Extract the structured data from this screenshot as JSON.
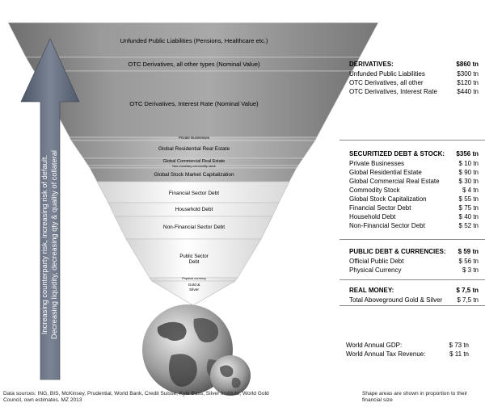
{
  "funnel": {
    "segments": [
      {
        "key": "unfunded",
        "label": "Unfunded Public Liabilities (Pensions, Healthcare etc.)"
      },
      {
        "key": "otc_other",
        "label": "OTC Derivatives, all other types (Nominal Value)"
      },
      {
        "key": "otc_ir",
        "label": "OTC Derivatives, Interest Rate (Nominal Value)"
      },
      {
        "key": "private",
        "label": "Private Businesses"
      },
      {
        "key": "resre",
        "label": "Global Residential Real Estate"
      },
      {
        "key": "comre",
        "label": "Global Commercial Real Estate"
      },
      {
        "key": "commod",
        "label": "Non-monetary commodity stock"
      },
      {
        "key": "stock",
        "label": "Global  Stock Market Capitalization"
      },
      {
        "key": "fin",
        "label": "Financial Sector Debt"
      },
      {
        "key": "hh",
        "label": "Household Debt"
      },
      {
        "key": "nonfin",
        "label": "Non-Financial Sector Debt"
      },
      {
        "key": "public_line1",
        "label": "Public Sector"
      },
      {
        "key": "public_line2",
        "label": "Debt"
      },
      {
        "key": "physcur",
        "label": "Physical currency"
      },
      {
        "key": "gold_line1",
        "label": "Gold &"
      },
      {
        "key": "gold_line2",
        "label": "Silver"
      }
    ]
  },
  "arrow_text": {
    "line1": "Increasing counterparty risk, increasing risk of default.",
    "line2": "Decreasing liquidity, decreasing qty & quality of collateral"
  },
  "sections": {
    "derivatives": {
      "title": "DERIVATIVES:",
      "total": "$860 tn",
      "items": [
        {
          "label": "Unfunded Public Liabilities",
          "value": "$300 tn"
        },
        {
          "label": "OTC Derivatives, all other",
          "value": "$120 tn"
        },
        {
          "label": "OTC Derivatives, Interest Rate",
          "value": "$440 tn"
        }
      ]
    },
    "securitized": {
      "title": "SECURITIZED DEBT & STOCK:",
      "total": "$356 tn",
      "items": [
        {
          "label": "Private Businesses",
          "value": "$ 10 tn"
        },
        {
          "label": "Global Residential Estate",
          "value": "$ 90 tn"
        },
        {
          "label": "Global Commercial Real Estate",
          "value": "$ 30 tn"
        },
        {
          "label": "Commodity Stock",
          "value": "$  4 tn"
        },
        {
          "label": "Global Stock Capitalization",
          "value": "$ 55 tn"
        },
        {
          "label": "Financial Sector Debt",
          "value": "$ 75 tn"
        },
        {
          "label": "Household Debt",
          "value": "$ 40 tn"
        },
        {
          "label": "Non-Financial Sector Debt",
          "value": "$ 52 tn"
        }
      ]
    },
    "public": {
      "title": "PUBLIC DEBT & CURRENCIES:",
      "total": "$ 59 tn",
      "items": [
        {
          "label": "Official Public Debt",
          "value": "$ 56 tn"
        },
        {
          "label": "Physical Currency",
          "value": "$   3 tn"
        }
      ]
    },
    "real_money": {
      "title": "REAL MONEY:",
      "total": "$   7,5 tn",
      "items": [
        {
          "label": "Total Aboveground Gold & Silver",
          "value": "$   7,5 tn"
        }
      ]
    }
  },
  "gdp": {
    "gdp_label": "World Annual GDP:",
    "gdp_value": "$   73 tn",
    "tax_label": "World Annual Tax Revenue:",
    "tax_value": "$   11 tn"
  },
  "footer": {
    "sources": "Data sources: ING, BIS, McKinsey, Prudential, World Bank, Credit Suisse, Kyle Bass, Silver Institute, World Gold Council, own estimates. MZ 2013",
    "note": "Shape areas are shown in proportion to their financial size"
  },
  "colors": {
    "dark_band": "#8f8f8f",
    "mid_band": "#b5b5b5",
    "light_band": "#ffffff",
    "arrow": "#6d7686"
  }
}
